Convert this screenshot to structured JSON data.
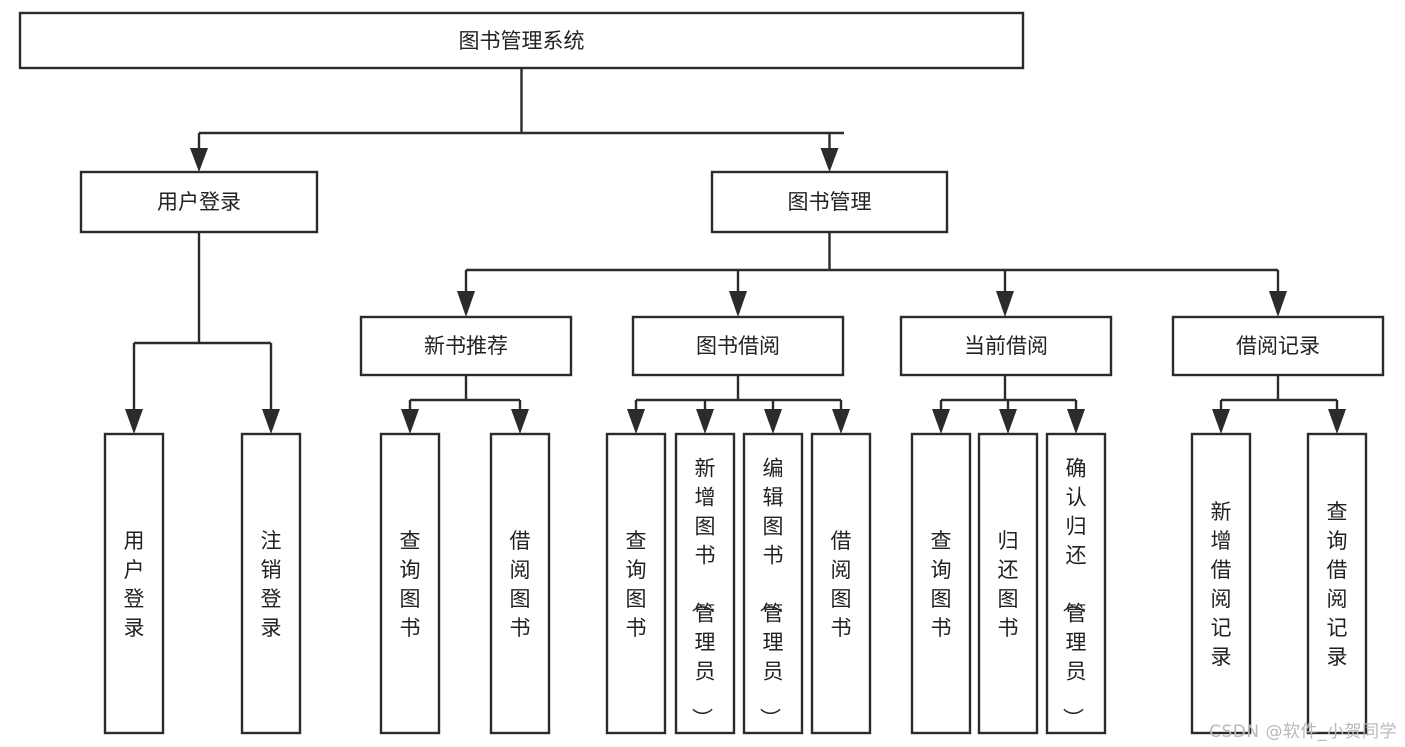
{
  "diagram": {
    "type": "tree-hierarchy",
    "title_text": "图书管理系统",
    "orientation": "top-down",
    "watermark": "CSDN @软件_小贺同学",
    "colors": {
      "background": "#ffffff",
      "box_stroke": "#2b2b2b",
      "box_fill": "#ffffff",
      "text": "#222222",
      "watermark": "#b9b9b9"
    },
    "nodes": {
      "root": {
        "label": "图书管理系统",
        "level": 0,
        "orientation": "horizontal"
      },
      "l1": [
        {
          "id": "user-login",
          "label": "用户登录",
          "level": 1,
          "orientation": "horizontal"
        },
        {
          "id": "book-manage",
          "label": "图书管理",
          "level": 1,
          "orientation": "horizontal"
        }
      ],
      "l2": [
        {
          "id": "new-book-recommend",
          "label": "新书推荐",
          "level": 2,
          "orientation": "horizontal",
          "parent": "book-manage"
        },
        {
          "id": "book-borrow",
          "label": "图书借阅",
          "level": 2,
          "orientation": "horizontal",
          "parent": "book-manage"
        },
        {
          "id": "current-borrow",
          "label": "当前借阅",
          "level": 2,
          "orientation": "horizontal",
          "parent": "book-manage"
        },
        {
          "id": "borrow-record",
          "label": "借阅记录",
          "level": 2,
          "orientation": "horizontal",
          "parent": "book-manage"
        }
      ],
      "leaves": [
        {
          "id": "leaf-user-login",
          "label": "用户登录",
          "parent": "user-login",
          "orientation": "vertical"
        },
        {
          "id": "leaf-user-logout",
          "label": "注销登录",
          "parent": "user-login",
          "orientation": "vertical"
        },
        {
          "id": "leaf-query-book-1",
          "label": "查询图书",
          "parent": "new-book-recommend",
          "orientation": "vertical"
        },
        {
          "id": "leaf-borrow-book-1",
          "label": "借阅图书",
          "parent": "new-book-recommend",
          "orientation": "vertical"
        },
        {
          "id": "leaf-query-book-2",
          "label": "查询图书",
          "parent": "book-borrow",
          "orientation": "vertical"
        },
        {
          "id": "leaf-add-book",
          "label": "新增图书（管理员）",
          "parent": "book-borrow",
          "orientation": "vertical"
        },
        {
          "id": "leaf-edit-book",
          "label": "编辑图书（管理员）",
          "parent": "book-borrow",
          "orientation": "vertical"
        },
        {
          "id": "leaf-borrow-book-2",
          "label": "借阅图书",
          "parent": "book-borrow",
          "orientation": "vertical"
        },
        {
          "id": "leaf-query-book-3",
          "label": "查询图书",
          "parent": "current-borrow",
          "orientation": "vertical"
        },
        {
          "id": "leaf-return-book",
          "label": "归还图书",
          "parent": "current-borrow",
          "orientation": "vertical"
        },
        {
          "id": "leaf-confirm-return",
          "label": "确认归还（管理员）",
          "parent": "current-borrow",
          "orientation": "vertical"
        },
        {
          "id": "leaf-add-record",
          "label": "新增借阅记录",
          "parent": "borrow-record",
          "orientation": "vertical"
        },
        {
          "id": "leaf-query-record",
          "label": "查询借阅记录",
          "parent": "borrow-record",
          "orientation": "vertical"
        }
      ]
    }
  }
}
